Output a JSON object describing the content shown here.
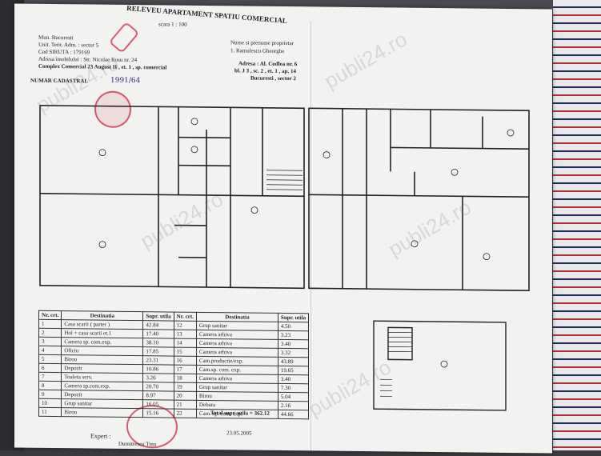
{
  "header": {
    "title": "RELEVEU APARTAMENT SPATIU COMERCIAL",
    "scale": "scara 1 : 100",
    "mun": "Mun. Bucuresti",
    "unit": "Unit. Terit. Adm. : sector 5",
    "siruta": "Cod SIRUTA : 179169",
    "address": "Adresa imobilului : Str. Nicolae Rosu nr. 24",
    "complex": "Complex Comercial 23 August II , et. 1 , sp. comercial",
    "cadastral": "NUMAR CADASTRAL",
    "cad_number": "1991/64",
    "owner_label": "Nume si prenume proprietar",
    "owner": "1. Ramulescu Gheorghe",
    "owner_address1": "Adresa : Al. Codlea nr. 6",
    "owner_address2": "bl. J 3 , sc. 2 , et. 1 , ap. 14",
    "owner_address3": "Bucuresti , sector 2"
  },
  "table": {
    "headers": [
      "Nr. crt.",
      "Destinatia",
      "Supr. utila",
      "Nr. crt.",
      "Destinatia",
      "Supr. utila"
    ],
    "rows": [
      [
        "1",
        "Casa scarii ( parter )",
        "42.84",
        "12",
        "Grup sanitar",
        "4.50"
      ],
      [
        "2",
        "Hol + casa scarii et.1",
        "17.40",
        "13",
        "Camera arhiva",
        "3.23"
      ],
      [
        "3",
        "Camera sp. com.exp.",
        "38.10",
        "14",
        "Camera arhiva",
        "3.40"
      ],
      [
        "4",
        "Oficiu",
        "17.85",
        "15",
        "Camera arhiva",
        "3.32"
      ],
      [
        "5",
        "Birou",
        "23.31",
        "16",
        "Cam.productie/exp.",
        "43.89"
      ],
      [
        "6",
        "Depozit",
        "10.86",
        "17",
        "Cam.sp. com. exp.",
        "19.65"
      ],
      [
        "7",
        "Toaleta serv.",
        "3.26",
        "18",
        "Camera arhiva",
        "3.40"
      ],
      [
        "8",
        "Camera sp.com.exp.",
        "20.70",
        "19",
        "Grup sanitar",
        "7.30"
      ],
      [
        "9",
        "Depozit",
        "8.97",
        "20",
        "Birou",
        "5.04"
      ],
      [
        "10",
        "Grup sanitar",
        "16.05",
        "21",
        "Debara",
        "2.16"
      ],
      [
        "11",
        "Birou",
        "15.16",
        "22",
        "Cam. sp. com. exp.",
        "44.66"
      ]
    ],
    "total": "Total supr. utila = 362.12"
  },
  "footer": {
    "expert_label": "Expert :",
    "expert": "Dumitrescu Tinu",
    "date": "23.05.2005"
  },
  "watermark": "publi24.ro",
  "colors": {
    "paper": "#f2f2f0",
    "ink": "#1e1e26",
    "stamp": "#c81e3c"
  }
}
